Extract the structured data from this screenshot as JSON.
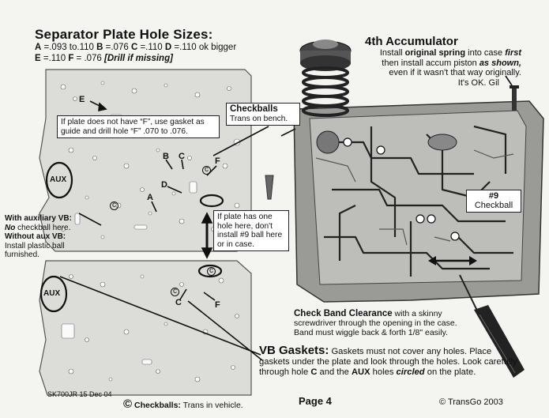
{
  "header": {
    "title": "Separator Plate Hole Sizes:",
    "sizes_line1_a": "A",
    "sizes_line1_a_val": " =.093 to.110 ",
    "sizes_line1_b": "B",
    "sizes_line1_b_val": " =.076 ",
    "sizes_line1_c": "C",
    "sizes_line1_c_val": " =.110 ",
    "sizes_line1_d": "D",
    "sizes_line1_d_val": " =.110 ok bigger",
    "sizes_line2_e": "E",
    "sizes_line2_e_val": " =.110 ",
    "sizes_line2_f": "F",
    "sizes_line2_f_val": " = .076 ",
    "sizes_line2_drill": "[Drill if missing]"
  },
  "accumulator": {
    "title": "4th Accumulator",
    "line1_pre": "Install ",
    "line1_bold": "original spring",
    "line1_mid": " into case ",
    "line1_first": "first",
    "line2_pre": "then install accum piston ",
    "line2_bold": "as shown,",
    "line3": "even if it wasn't that way originally.",
    "line4": "It's OK.  Gil"
  },
  "callouts": {
    "gasket_guide": "If  plate does not have “F”, use gasket as guide and drill hole “F” .070 to .076.",
    "checkballs_title": "Checkballs",
    "checkballs_sub": "Trans on bench.",
    "one_hole": "If plate has one hole here, don't install #9 ball here or in case.",
    "checkball9_title": "#9",
    "checkball9_sub": "Checkball"
  },
  "aux_note": {
    "line1_bold": "With auxiliary VB:",
    "line2_italic": "No",
    "line2_rest": " checkball here.",
    "line3_bold": "Without aux VB:",
    "line4": "Install plastic ball furnished."
  },
  "plate_labels": {
    "e": "E",
    "b": "B",
    "c": "C",
    "d": "D",
    "a": "A",
    "f_top": "F",
    "f_bottom": "F",
    "c_bottom": "C",
    "aux_top": "AUX",
    "aux_bottom": "AUX",
    "checkball_glyph": "c"
  },
  "band": {
    "title": "Check Band Clearance",
    "rest1": " with a skinny",
    "line2": "screwdriver through the opening in the case.",
    "line3": "Band must wiggle back & forth 1/8\" easily."
  },
  "vb_gaskets": {
    "title": "VB Gaskets:",
    "body1": " Gaskets must not cover any holes.  Place gaskets under the plate and look through the holes.  Look carefully through hole ",
    "hole_c": "C",
    "body2": " and the ",
    "aux": "AUX",
    "body3": " holes ",
    "circled": "circled",
    "body4": " on the plate."
  },
  "footer": {
    "doc_id": "SK700JR 15 Dec 04",
    "checkballs_symbol": "©",
    "checkballs_label": "Checkballs:",
    "checkballs_text": " Trans in vehicle.",
    "page": "Page 4",
    "copyright": "© TransGo 2003"
  }
}
